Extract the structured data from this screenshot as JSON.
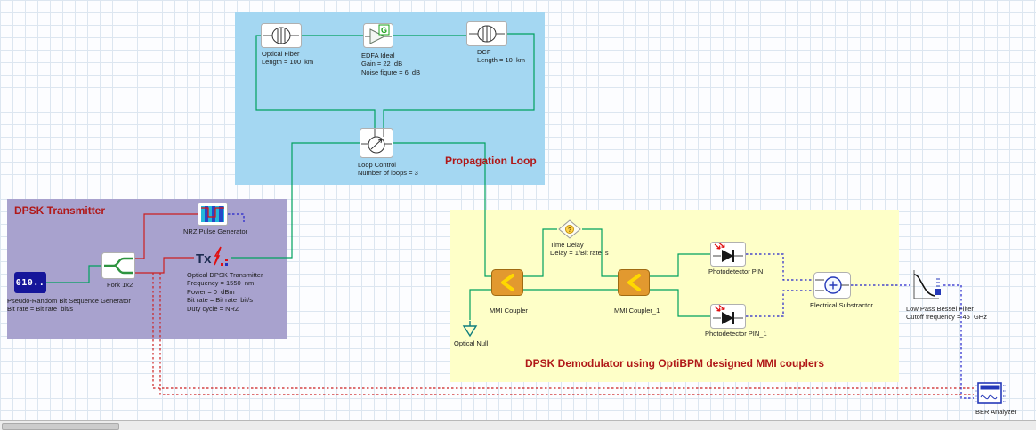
{
  "colors": {
    "optical-wire": "#00a15f",
    "binary-wire": "#cc2020",
    "electrical-wire": "#2222cc",
    "region-loop": "#a4d7f2",
    "region-tx": "#a8a2ce",
    "region-demod": "#feffc8",
    "title-color": "#b01818"
  },
  "regions": {
    "propagation_loop": {
      "title": "Propagation Loop"
    },
    "dpsk_transmitter": {
      "title": "DPSK Transmitter"
    },
    "dpsk_demodulator": {
      "title": "DPSK Demodulator using OptiBPM designed MMI couplers"
    }
  },
  "components": {
    "optical_fiber": {
      "label": "Optical Fiber\nLength = 100  km"
    },
    "edfa": {
      "label": "EDFA Ideal\nGain = 22  dB\nNoise figure = 6  dB",
      "icon_badge": "G"
    },
    "dcf": {
      "label": "DCF\nLength = 10  km"
    },
    "loop_control": {
      "label": "Loop Control\nNumber of loops = 3"
    },
    "prbs": {
      "label": "Pseudo-Random Bit Sequence Generator\nBit rate = Bit rate  bit/s",
      "icon_text": "010.."
    },
    "fork": {
      "label": "Fork 1x2"
    },
    "nrz": {
      "label": "NRZ Pulse Generator"
    },
    "dpsk_tx": {
      "label": "Optical DPSK Transmitter\nFrequency = 1550  nm\nPower = 0  dBm\nBit rate = Bit rate  bit/s\nDuty cycle = NRZ",
      "icon_text": "Tx"
    },
    "time_delay": {
      "label": "Time Delay\nDelay = 1/Bit rate  s",
      "icon_text": "?"
    },
    "mmi_coupler": {
      "label": "MMI Coupler"
    },
    "optical_null": {
      "label": "Optical Null"
    },
    "mmi_coupler_1": {
      "label": "MMI Coupler_1"
    },
    "pd_pin": {
      "label": "Photodetector PIN"
    },
    "pd_pin_1": {
      "label": "Photodetector PIN_1"
    },
    "subtractor": {
      "label": "Electrical Substractor"
    },
    "lpbf": {
      "label": "Low Pass Bessel Filter\nCutoff frequency = 45  GHz"
    },
    "ber": {
      "label": "BER Analyzer"
    }
  }
}
